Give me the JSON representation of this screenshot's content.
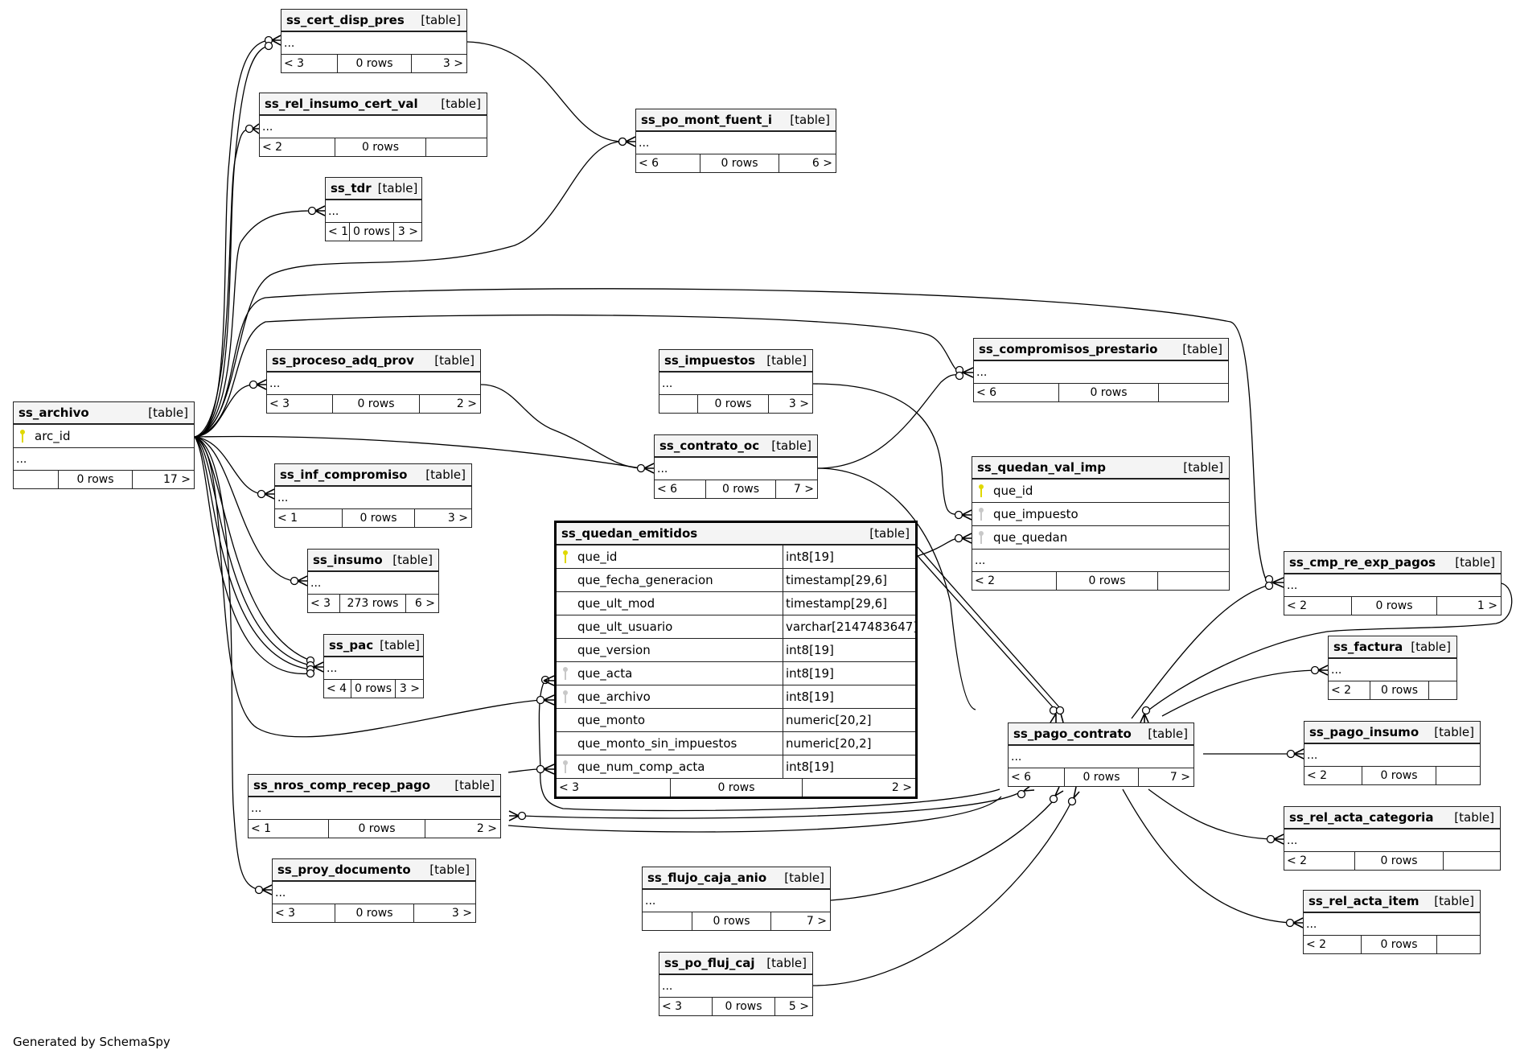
{
  "diagram": {
    "type_label": "[table]",
    "ellipsis": "...",
    "footer": "Generated by SchemaSpy",
    "colors": {
      "primary_key": "#e0d800",
      "foreign_key": "#c8c8c8",
      "header_bg": "#f4f4f4",
      "border": "#222222"
    }
  },
  "tables": [
    {
      "id": "ss_cert_disp_pres",
      "name": "ss_cert_disp_pres",
      "parents": "< 3",
      "rows": "0 rows",
      "children": "3 >"
    },
    {
      "id": "ss_rel_insumo_cert_val",
      "name": "ss_rel_insumo_cert_val",
      "parents": "< 2",
      "rows": "0 rows",
      "children": ""
    },
    {
      "id": "ss_tdr",
      "name": "ss_tdr",
      "parents": "< 1",
      "rows": "0 rows",
      "children": "3 >"
    },
    {
      "id": "ss_po_mont_fuent_i",
      "name": "ss_po_mont_fuent_i",
      "parents": "< 6",
      "rows": "0 rows",
      "children": "6 >"
    },
    {
      "id": "ss_archivo",
      "name": "ss_archivo",
      "parents": "",
      "rows": "0 rows",
      "children": "17 >",
      "columns": [
        {
          "name": "arc_id",
          "key": "pk"
        }
      ]
    },
    {
      "id": "ss_proceso_adq_prov",
      "name": "ss_proceso_adq_prov",
      "parents": "< 3",
      "rows": "0 rows",
      "children": "2 >"
    },
    {
      "id": "ss_impuestos",
      "name": "ss_impuestos",
      "parents": "",
      "rows": "0 rows",
      "children": "3 >"
    },
    {
      "id": "ss_compromisos_prestario",
      "name": "ss_compromisos_prestario",
      "parents": "< 6",
      "rows": "0 rows",
      "children": ""
    },
    {
      "id": "ss_contrato_oc",
      "name": "ss_contrato_oc",
      "parents": "< 6",
      "rows": "0 rows",
      "children": "7 >"
    },
    {
      "id": "ss_quedan_val_imp",
      "name": "ss_quedan_val_imp",
      "parents": "< 2",
      "rows": "0 rows",
      "children": "",
      "columns": [
        {
          "name": "que_id",
          "key": "pk"
        },
        {
          "name": "que_impuesto",
          "key": "fk"
        },
        {
          "name": "que_quedan",
          "key": "fk"
        }
      ]
    },
    {
      "id": "ss_inf_compromiso",
      "name": "ss_inf_compromiso",
      "parents": "< 1",
      "rows": "0 rows",
      "children": "3 >"
    },
    {
      "id": "ss_quedan_emitidos",
      "name": "ss_quedan_emitidos",
      "parents": "< 3",
      "rows": "0 rows",
      "children": "2 >",
      "focus": true,
      "columns": [
        {
          "name": "que_id",
          "type": "int8[19]",
          "key": "pk"
        },
        {
          "name": "que_fecha_generacion",
          "type": "timestamp[29,6]",
          "key": "none"
        },
        {
          "name": "que_ult_mod",
          "type": "timestamp[29,6]",
          "key": "none"
        },
        {
          "name": "que_ult_usuario",
          "type": "varchar[2147483647]",
          "key": "none"
        },
        {
          "name": "que_version",
          "type": "int8[19]",
          "key": "none"
        },
        {
          "name": "que_acta",
          "type": "int8[19]",
          "key": "fk"
        },
        {
          "name": "que_archivo",
          "type": "int8[19]",
          "key": "fk"
        },
        {
          "name": "que_monto",
          "type": "numeric[20,2]",
          "key": "none"
        },
        {
          "name": "que_monto_sin_impuestos",
          "type": "numeric[20,2]",
          "key": "none"
        },
        {
          "name": "que_num_comp_acta",
          "type": "int8[19]",
          "key": "fk"
        }
      ]
    },
    {
      "id": "ss_insumo",
      "name": "ss_insumo",
      "parents": "< 3",
      "rows": "273 rows",
      "children": "6 >"
    },
    {
      "id": "ss_cmp_re_exp_pagos",
      "name": "ss_cmp_re_exp_pagos",
      "parents": "< 2",
      "rows": "0 rows",
      "children": "1 >"
    },
    {
      "id": "ss_pac",
      "name": "ss_pac",
      "parents": "< 4",
      "rows": "0 rows",
      "children": "3 >"
    },
    {
      "id": "ss_factura",
      "name": "ss_factura",
      "parents": "< 2",
      "rows": "0 rows",
      "children": ""
    },
    {
      "id": "ss_pago_contrato",
      "name": "ss_pago_contrato",
      "parents": "< 6",
      "rows": "0 rows",
      "children": "7 >"
    },
    {
      "id": "ss_pago_insumo",
      "name": "ss_pago_insumo",
      "parents": "< 2",
      "rows": "0 rows",
      "children": ""
    },
    {
      "id": "ss_nros_comp_recep_pago",
      "name": "ss_nros_comp_recep_pago",
      "parents": "< 1",
      "rows": "0 rows",
      "children": "2 >"
    },
    {
      "id": "ss_rel_acta_categoria",
      "name": "ss_rel_acta_categoria",
      "parents": "< 2",
      "rows": "0 rows",
      "children": ""
    },
    {
      "id": "ss_proy_documento",
      "name": "ss_proy_documento",
      "parents": "< 3",
      "rows": "0 rows",
      "children": "3 >"
    },
    {
      "id": "ss_flujo_caja_anio",
      "name": "ss_flujo_caja_anio",
      "parents": "",
      "rows": "0 rows",
      "children": "7 >"
    },
    {
      "id": "ss_rel_acta_item",
      "name": "ss_rel_acta_item",
      "parents": "< 2",
      "rows": "0 rows",
      "children": ""
    },
    {
      "id": "ss_po_fluj_caj",
      "name": "ss_po_fluj_caj",
      "parents": "< 3",
      "rows": "0 rows",
      "children": "5 >"
    }
  ],
  "relationships": [
    {
      "from": "ss_archivo",
      "to": "ss_cert_disp_pres"
    },
    {
      "from": "ss_archivo",
      "to": "ss_cert_disp_pres"
    },
    {
      "from": "ss_archivo",
      "to": "ss_rel_insumo_cert_val"
    },
    {
      "from": "ss_archivo",
      "to": "ss_tdr"
    },
    {
      "from": "ss_archivo",
      "to": "ss_po_mont_fuent_i"
    },
    {
      "from": "ss_cert_disp_pres",
      "to": "ss_po_mont_fuent_i"
    },
    {
      "from": "ss_archivo",
      "to": "ss_proceso_adq_prov"
    },
    {
      "from": "ss_archivo",
      "to": "ss_compromisos_prestario"
    },
    {
      "from": "ss_archivo",
      "to": "ss_cmp_re_exp_pagos"
    },
    {
      "from": "ss_archivo",
      "to": "ss_contrato_oc"
    },
    {
      "from": "ss_proceso_adq_prov",
      "to": "ss_contrato_oc"
    },
    {
      "from": "ss_contrato_oc",
      "to": "ss_compromisos_prestario"
    },
    {
      "from": "ss_contrato_oc",
      "to": "ss_pago_contrato"
    },
    {
      "from": "ss_impuestos",
      "to": "ss_quedan_val_imp"
    },
    {
      "from": "ss_quedan_emitidos",
      "to": "ss_quedan_val_imp"
    },
    {
      "from": "ss_quedan_emitidos",
      "to": "ss_pago_contrato"
    },
    {
      "from": "ss_archivo",
      "to": "ss_inf_compromiso"
    },
    {
      "from": "ss_archivo",
      "to": "ss_insumo"
    },
    {
      "from": "ss_archivo",
      "to": "ss_pac"
    },
    {
      "from": "ss_archivo",
      "to": "ss_quedan_emitidos"
    },
    {
      "from": "ss_archivo",
      "to": "ss_proy_documento"
    },
    {
      "from": "ss_nros_comp_recep_pago",
      "to": "ss_quedan_emitidos"
    },
    {
      "from": "ss_pago_contrato",
      "to": "ss_quedan_emitidos"
    },
    {
      "from": "ss_pago_contrato",
      "to": "ss_nros_comp_recep_pago"
    },
    {
      "from": "ss_pago_contrato",
      "to": "ss_cmp_re_exp_pagos"
    },
    {
      "from": "ss_cmp_re_exp_pagos",
      "to": "ss_pago_contrato"
    },
    {
      "from": "ss_pago_contrato",
      "to": "ss_factura"
    },
    {
      "from": "ss_pago_contrato",
      "to": "ss_pago_insumo"
    },
    {
      "from": "ss_pago_contrato",
      "to": "ss_rel_acta_categoria"
    },
    {
      "from": "ss_pago_contrato",
      "to": "ss_rel_acta_item"
    },
    {
      "from": "ss_flujo_caja_anio",
      "to": "ss_pago_contrato"
    },
    {
      "from": "ss_po_fluj_caj",
      "to": "ss_pago_contrato"
    }
  ]
}
